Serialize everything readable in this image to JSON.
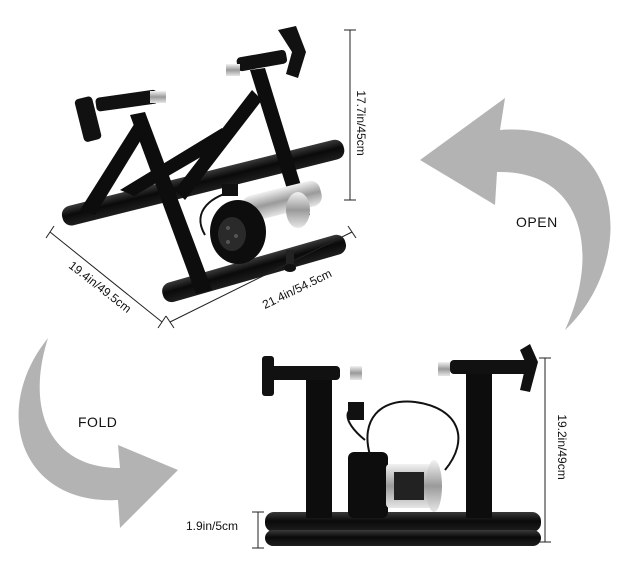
{
  "labels": {
    "open": "OPEN",
    "fold": "FOLD",
    "height_open": "17.7in/45cm",
    "depth_open": "19.4in/49.5cm",
    "width_open": "21.4in/54.5cm",
    "height_fold": "19.2in/49cm",
    "base_fold": "1.9in/5cm"
  },
  "colors": {
    "frame": "#0d0d0d",
    "arrow": "#b3b3b3",
    "dimension_line": "#222222",
    "chrome": "#c9c9c9"
  }
}
